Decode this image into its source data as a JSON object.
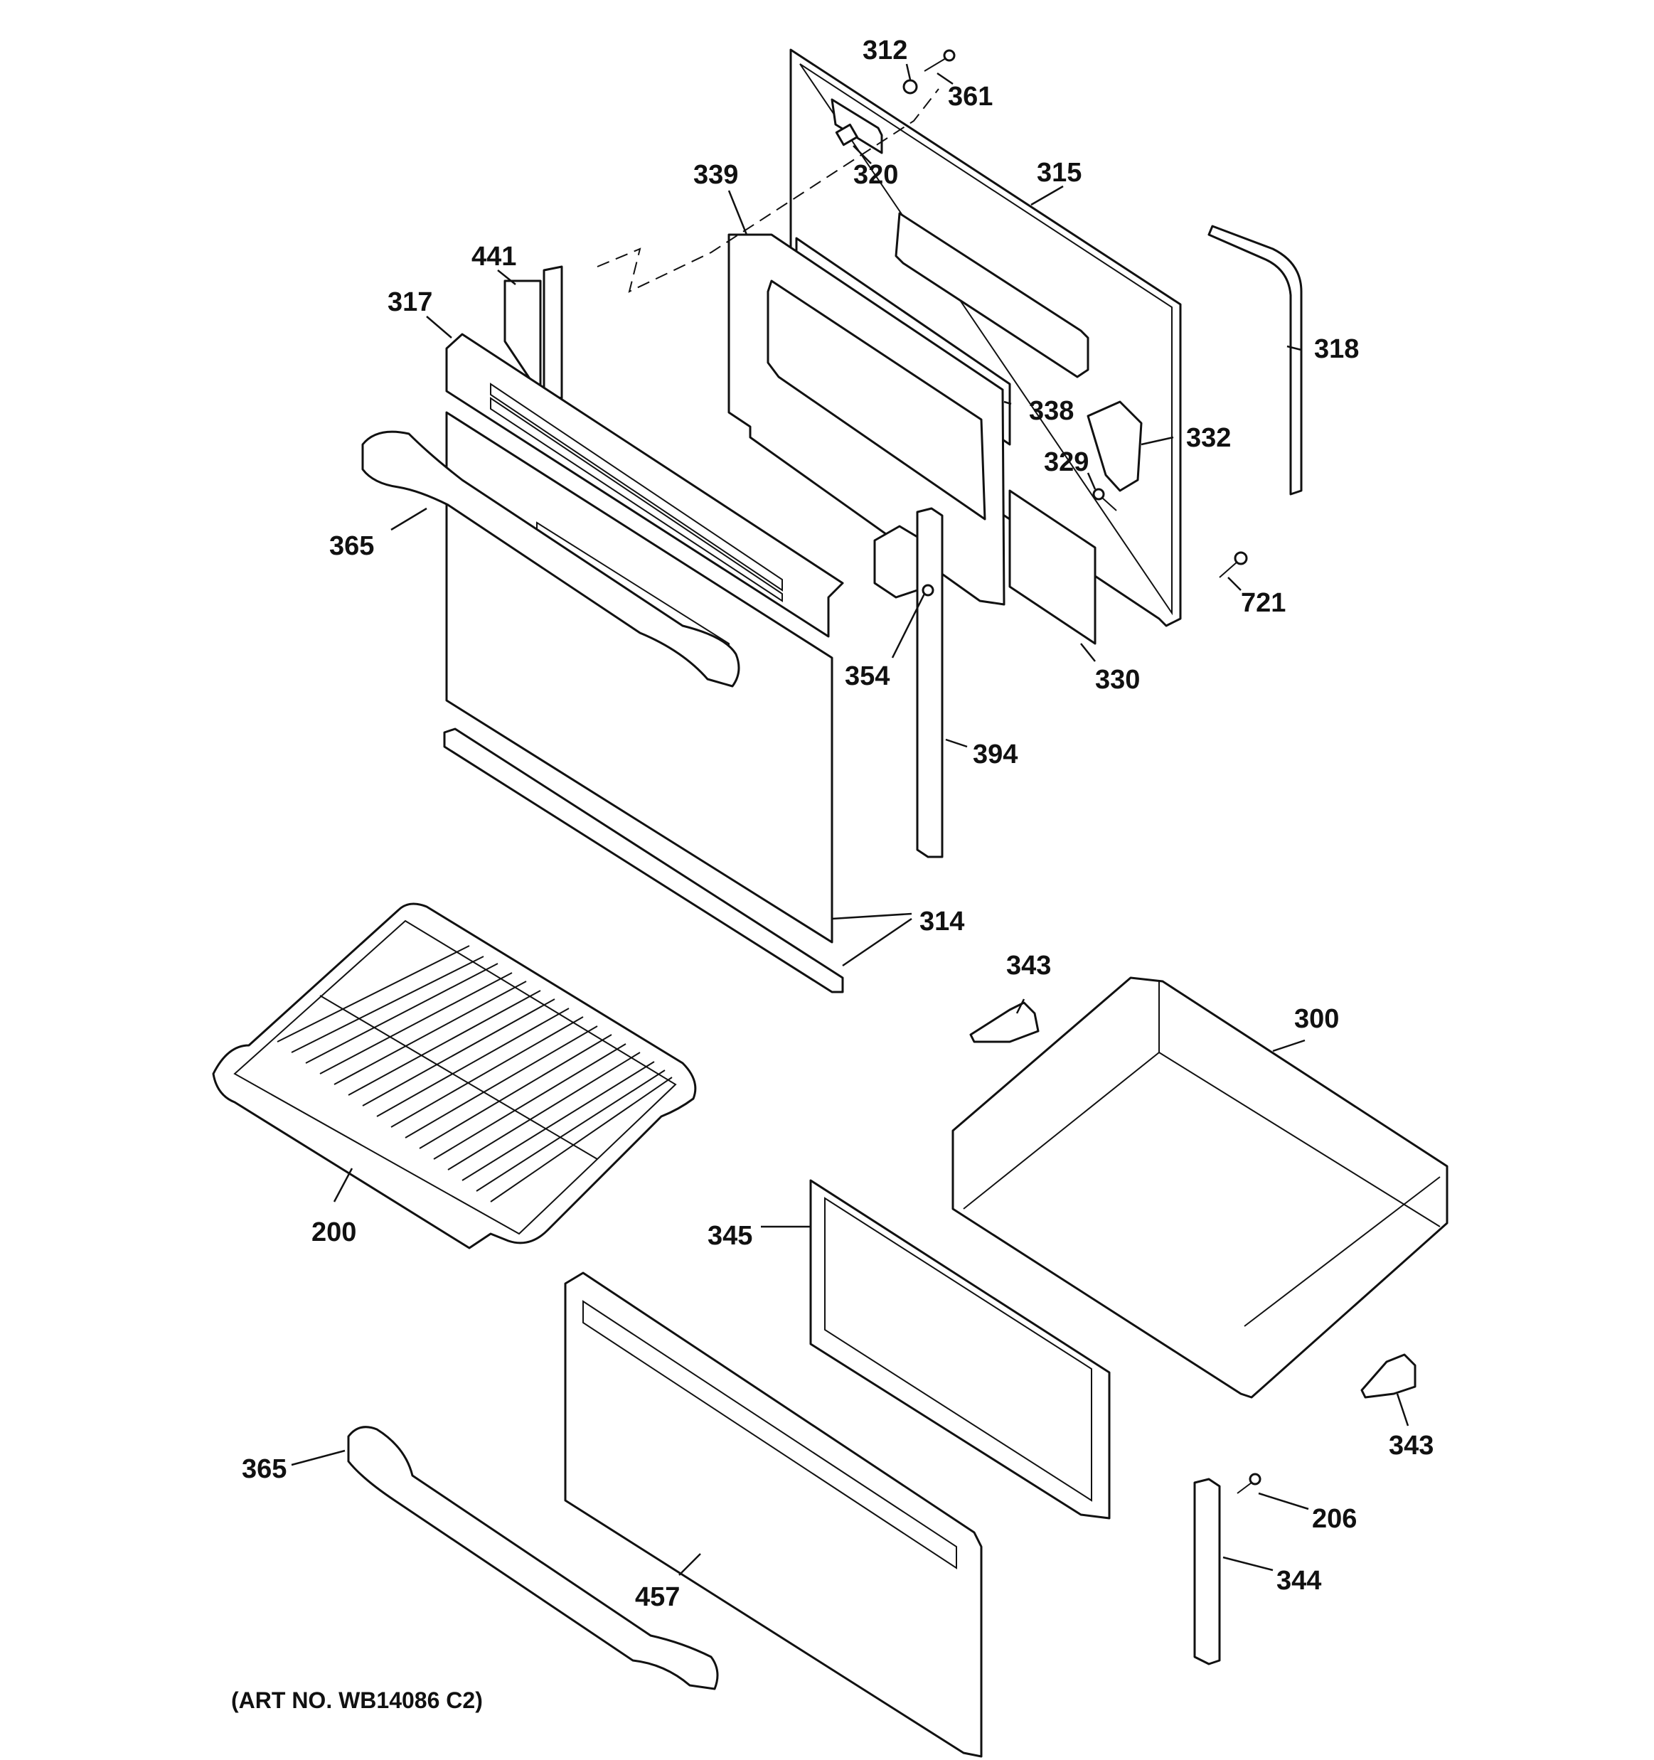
{
  "art_number": "(ART NO. WB14086 C2)",
  "parts": [
    {
      "id": "p312",
      "label": "312"
    },
    {
      "id": "p361",
      "label": "361"
    },
    {
      "id": "p320",
      "label": "320"
    },
    {
      "id": "p315",
      "label": "315"
    },
    {
      "id": "p339",
      "label": "339"
    },
    {
      "id": "p441",
      "label": "441"
    },
    {
      "id": "p317",
      "label": "317"
    },
    {
      "id": "p318",
      "label": "318"
    },
    {
      "id": "p338",
      "label": "338"
    },
    {
      "id": "p332",
      "label": "332"
    },
    {
      "id": "p329",
      "label": "329"
    },
    {
      "id": "p365a",
      "label": "365"
    },
    {
      "id": "p721",
      "label": "721"
    },
    {
      "id": "p354",
      "label": "354"
    },
    {
      "id": "p330",
      "label": "330"
    },
    {
      "id": "p394",
      "label": "394"
    },
    {
      "id": "p314",
      "label": "314"
    },
    {
      "id": "p343a",
      "label": "343"
    },
    {
      "id": "p300",
      "label": "300"
    },
    {
      "id": "p200",
      "label": "200"
    },
    {
      "id": "p345",
      "label": "345"
    },
    {
      "id": "p343b",
      "label": "343"
    },
    {
      "id": "p365b",
      "label": "365"
    },
    {
      "id": "p206",
      "label": "206"
    },
    {
      "id": "p344",
      "label": "344"
    },
    {
      "id": "p457",
      "label": "457"
    }
  ]
}
